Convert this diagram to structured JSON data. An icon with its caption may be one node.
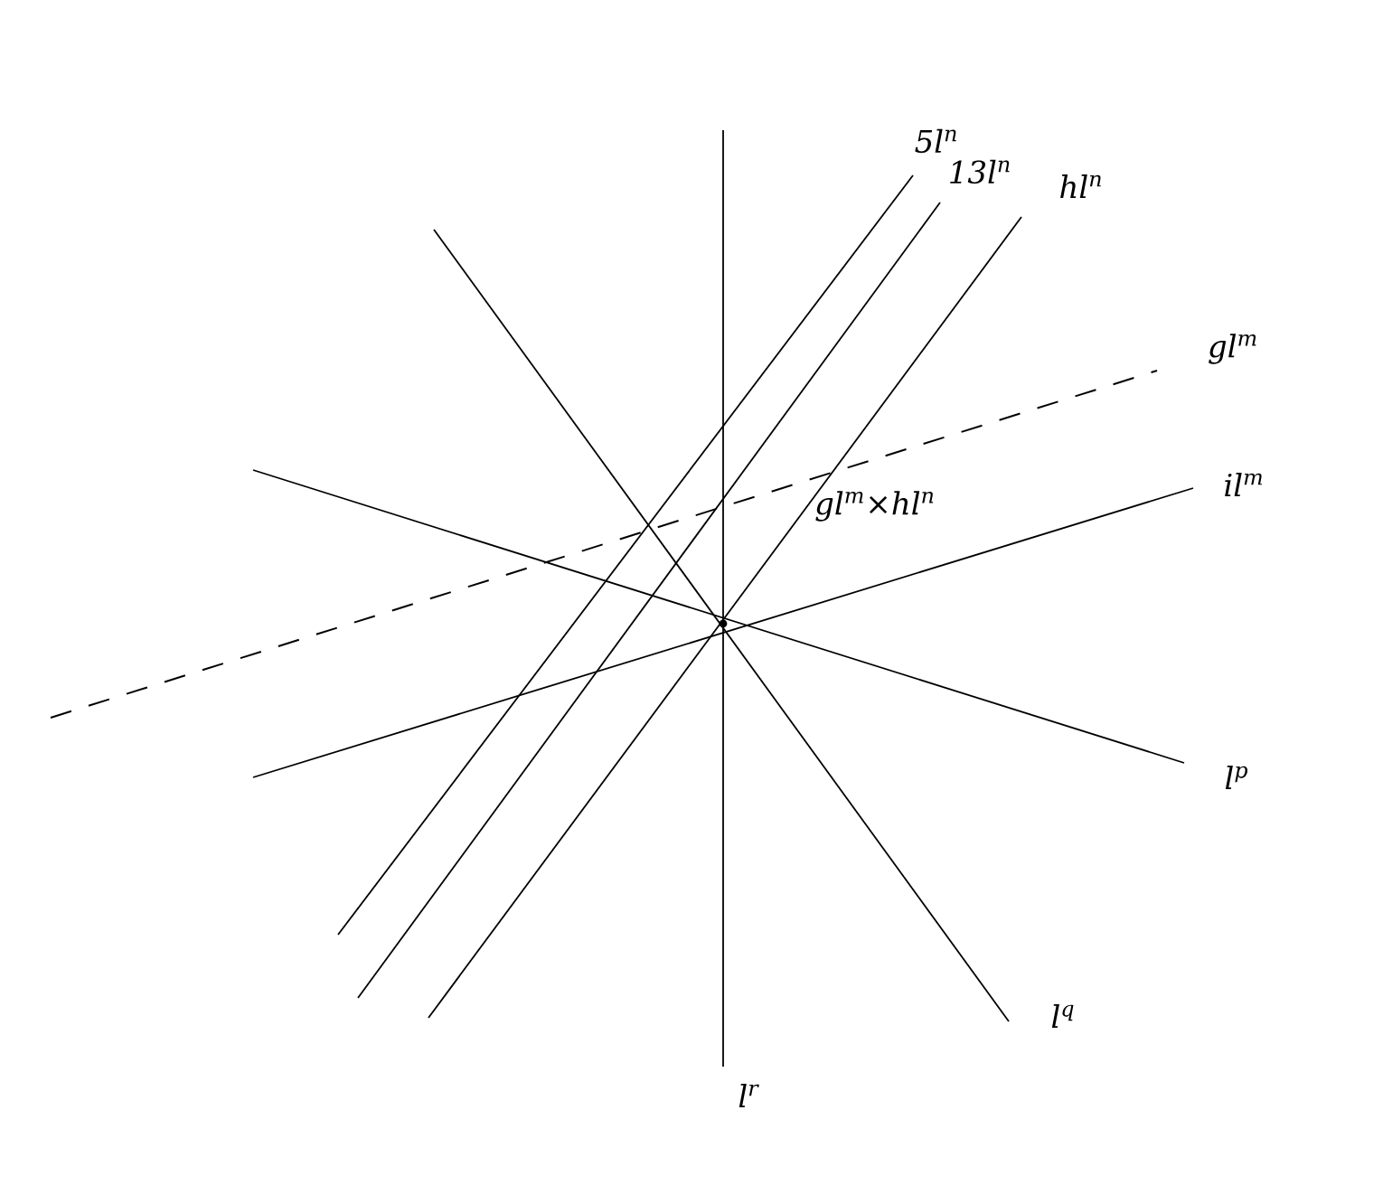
{
  "diagram": {
    "labels": [
      "5l$^{n}$",
      "13l$^{n}$",
      "hl$^{n}$",
      "gl$^{m}$",
      "gl$^{m}$×hl$^{n}$",
      "il$^{m}$",
      "l$^{p}$",
      "l$^{q}$",
      "l$^{r}$"
    ]
  }
}
